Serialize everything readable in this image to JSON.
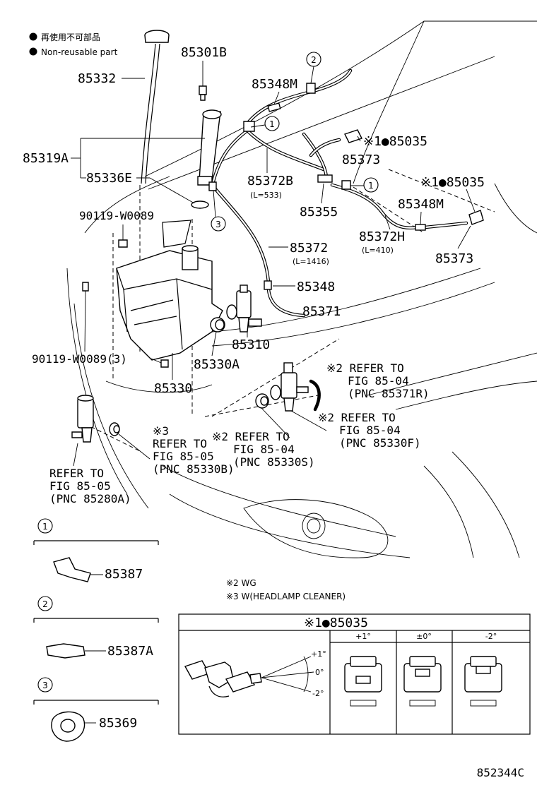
{
  "legend": {
    "line1": "再使用不可部品",
    "line2": "Non-reusable part"
  },
  "callouts": {
    "c1": "1",
    "c2": "2",
    "c3": "3"
  },
  "labels": {
    "p85301B": "85301B",
    "p85332": "85332",
    "p85348M_top": "85348M",
    "p85319A": "85319A",
    "p85336E": "85336E",
    "p85035_a": "※1●85035",
    "p85373_a": "85373",
    "p85372B": "85372B",
    "p85372B_len": "(L=533)",
    "p85035_b": "※1●85035",
    "p90119_top": "90119-W0089",
    "p85355": "85355",
    "p85348M_right": "85348M",
    "p85372H": "85372H",
    "p85372H_len": "(L=410)",
    "p85373_b": "85373",
    "p85372": "85372",
    "p85372_len": "(L=1416)",
    "p85348": "85348",
    "p85371": "85371",
    "p85310": "85310",
    "p90119_bottom": "90119-W0089(3)",
    "p85330A": "85330A",
    "p85330": "85330",
    "ref_85371R_l1": "※2 REFER TO",
    "ref_85371R_l2": "FIG 85-04",
    "ref_85371R_l3": "(PNC 85371R)",
    "ref_85330F_l1": "※2 REFER TO",
    "ref_85330F_l2": "FIG 85-04",
    "ref_85330F_l3": "(PNC 85330F)",
    "ref_85330S_l1": "※2 REFER TO",
    "ref_85330S_l2": "FIG 85-04",
    "ref_85330S_l3": "(PNC 85330S)",
    "ref_85330B_l0": "※3",
    "ref_85330B_l1": "REFER TO",
    "ref_85330B_l2": "FIG 85-05",
    "ref_85330B_l3": "(PNC 85330B)",
    "ref_85280A_l1": "REFER TO",
    "ref_85280A_l2": "FIG 85-05",
    "ref_85280A_l3": "(PNC 85280A)",
    "p85387": "85387",
    "p85387A": "85387A",
    "p85369": "85369",
    "note_wg": "※2 WG",
    "note_w": "※3 W(HEADLAMP CLEANER)",
    "box_title": "※1●85035",
    "box_col1": "+1°",
    "box_col2": "±0°",
    "box_col3": "-2°",
    "angle_plus": "+1°",
    "angle_zero": "0°",
    "angle_minus": "-2°",
    "figure_id": "852344C"
  }
}
